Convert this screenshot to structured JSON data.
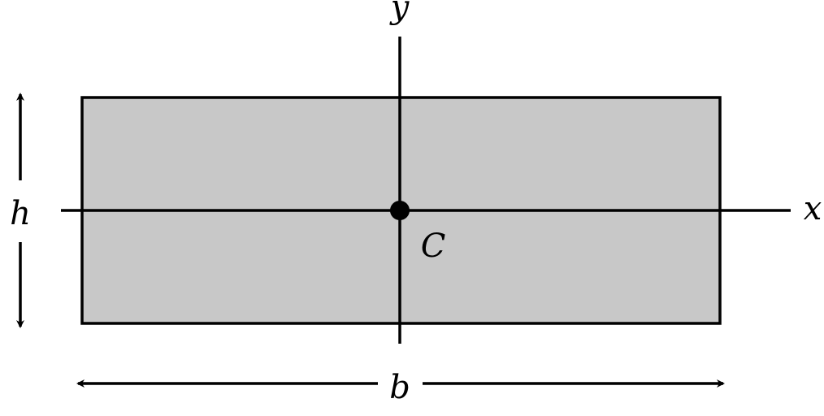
{
  "labels": {
    "y_axis": "y",
    "x_axis": "x",
    "centroid": "C",
    "height": "h",
    "base": "b"
  },
  "colors": {
    "fill": "#c8c8c8",
    "stroke": "#000000"
  }
}
